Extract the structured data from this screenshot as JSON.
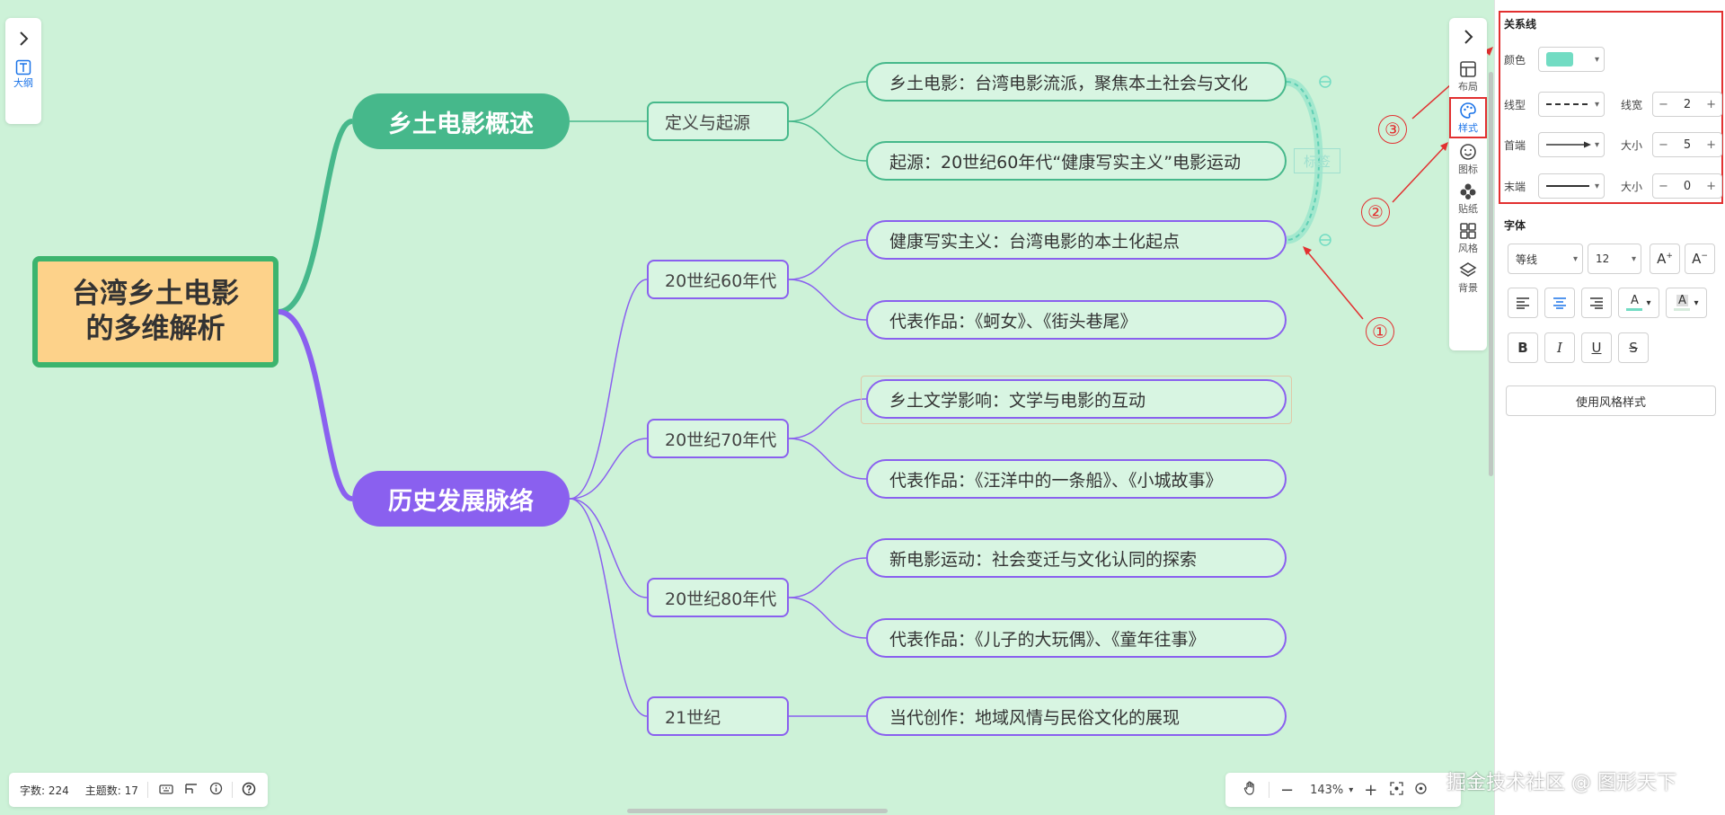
{
  "mindmap": {
    "root": "台湾乡土电影\n的多维解析",
    "branches": [
      {
        "label": "乡土电影概述"
      },
      {
        "label": "历史发展脉络"
      }
    ],
    "subs": [
      "定义与起源",
      "20世纪60年代",
      "20世纪70年代",
      "20世纪80年代",
      "21世纪"
    ],
    "leaves": [
      "乡土电影：台湾电影流派，聚焦本土社会与文化",
      "起源：20世纪60年代“健康写实主义”电影运动",
      "健康写实主义：台湾电影的本土化起点",
      "代表作品：《蚵女》、《街头巷尾》",
      "乡土文学影响：文学与电影的互动",
      "代表作品：《汪洋中的一条船》、《小城故事》",
      "新电影运动：社会变迁与文化认同的探索",
      "代表作品：《儿子的大玩偶》、《童年往事》",
      "当代创作：地域风情与民俗文化的展现"
    ],
    "relation_label": "标签"
  },
  "left_panel": {
    "expand_icon": "chevron-right-icon",
    "outline_label": "大纲"
  },
  "side_tools": [
    {
      "label": "布局",
      "icon": "layout-icon"
    },
    {
      "label": "样式",
      "icon": "palette-icon"
    },
    {
      "label": "图标",
      "icon": "smile-icon"
    },
    {
      "label": "贴纸",
      "icon": "sticker-icon"
    },
    {
      "label": "风格",
      "icon": "grid-icon"
    },
    {
      "label": "背景",
      "icon": "layers-icon"
    }
  ],
  "properties": {
    "relation_title": "关系线",
    "color_label": "颜色",
    "color_value": "#72dcc3",
    "line_type_label": "线型",
    "line_width_label": "线宽",
    "line_width_value": "2",
    "head_label": "首端",
    "size_label": "大小",
    "head_size_value": "5",
    "tail_label": "末端",
    "tail_size_value": "0",
    "font_title": "字体",
    "font_family": "等线",
    "font_size": "12",
    "use_style_button": "使用风格样式"
  },
  "annotations": [
    "①",
    "②",
    "③"
  ],
  "status": {
    "word_count": "字数: 224",
    "topic_count": "主题数: 17"
  },
  "zoom": {
    "value": "143%"
  },
  "watermark": "掘金技术社区 @ 图形天下",
  "colors": {
    "accent_green": "#46b88b",
    "accent_purple": "#8a60ef",
    "canvas_bg": "#cdf2d8",
    "annotation_red": "#e23030",
    "relation_line": "#72dcc3"
  }
}
